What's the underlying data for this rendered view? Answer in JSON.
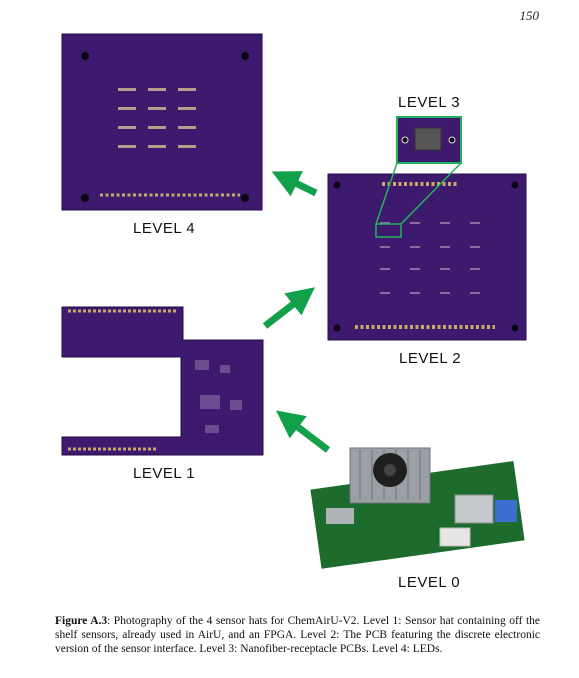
{
  "page_number": "150",
  "labels": {
    "level4": "LEVEL 4",
    "level3": "LEVEL 3",
    "level2": "LEVEL 2",
    "level1": "LEVEL 1",
    "level0": "LEVEL 0"
  },
  "caption": {
    "label": "Figure A.3",
    "text": ": Photography of the 4 sensor hats for ChemAirU-V2. Level 1: Sensor hat containing off the shelf sensors, already used in AirU, and an FPGA. Level 2: The PCB featuring the discrete electronic version of the sensor interface. Level 3: Nanofiber-receptacle PCBs. Level 4: LEDs."
  },
  "colors": {
    "pcb": "#3d1a6e",
    "arrow": "#13a04a",
    "highlight": "#21b35a"
  }
}
